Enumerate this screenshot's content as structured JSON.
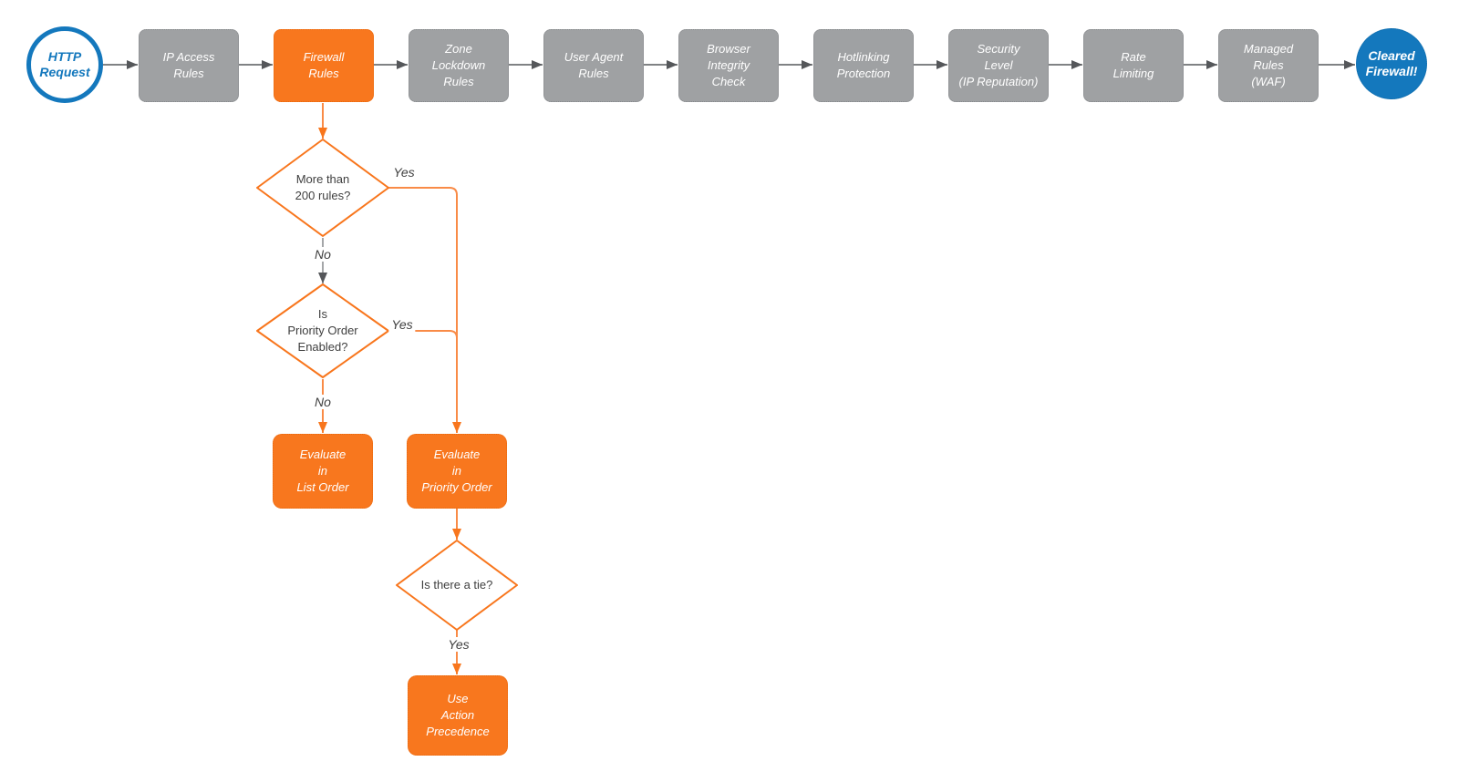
{
  "colors": {
    "accent_orange": "#f8771e",
    "node_gray": "#9fa1a3",
    "brand_blue": "#1478bd",
    "connector_gray": "#6e7072",
    "connector_orange": "#f98b47",
    "text_dark": "#3f3f3f"
  },
  "flow": {
    "start": "HTTP\nRequest",
    "stages": [
      "IP Access\nRules",
      "Firewall\nRules",
      "Zone\nLockdown\nRules",
      "User Agent\nRules",
      "Browser\nIntegrity\nCheck",
      "Hotlinking\nProtection",
      "Security\nLevel\n(IP Reputation)",
      "Rate\nLimiting",
      "Managed\nRules\n(WAF)"
    ],
    "end": "Cleared\nFirewall!",
    "decisions": [
      {
        "text": "More than\n200 rules?",
        "yes": "Yes",
        "no": "No"
      },
      {
        "text": "Is\nPriority Order\nEnabled?",
        "yes": "Yes",
        "no": "No"
      },
      {
        "text": "Is there a tie?",
        "yes": "Yes"
      }
    ],
    "outcomes": [
      "Evaluate\nin\nList Order",
      "Evaluate\nin\nPriority Order",
      "Use\nAction\nPrecedence"
    ]
  }
}
